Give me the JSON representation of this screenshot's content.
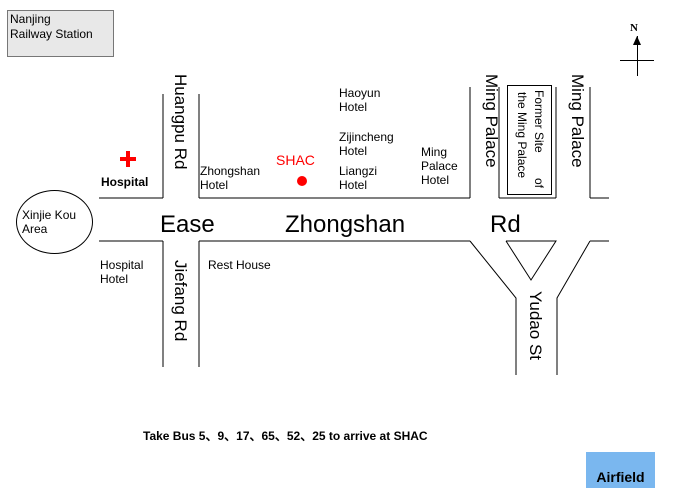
{
  "station": {
    "line1": "Nanjing",
    "line2": "Railway Station"
  },
  "compass": {
    "north": "N"
  },
  "landmarks": {
    "hospital": "Hospital",
    "xinjie": {
      "line1": "Xinjie Kou",
      "line2": "Area"
    },
    "shac": "SHAC",
    "rest_house": "Rest House",
    "airfield": "Airfield",
    "former_site": {
      "line1": "Former Site",
      "line2": "of",
      "line3": "the Ming Palace"
    }
  },
  "hotels": {
    "zhongshan": {
      "line1": "Zhongshan",
      "line2": "Hotel"
    },
    "haoyun": {
      "line1": "Haoyun",
      "line2": "Hotel"
    },
    "zijincheng": {
      "line1": "Zijincheng",
      "line2": "Hotel"
    },
    "liangzi": {
      "line1": "Liangzi",
      "line2": "Hotel"
    },
    "ming_palace": {
      "line1": "Ming",
      "line2": "Palace",
      "line3": "Hotel"
    },
    "hospital_hotel": {
      "line1": "Hospital",
      "line2": "Hotel"
    }
  },
  "roads": {
    "ease": "Ease",
    "zhongshan": "Zhongshan",
    "rd": "Rd",
    "huangpu": "Huangpu Rd",
    "jiefang": "Jiefang Rd",
    "ming_palace_left": "Ming Palace",
    "ming_palace_right": "Ming Palace",
    "yudao": "Yudao St"
  },
  "caption": "Take Bus 5、9、17、65、52、25 to arrive at SHAC",
  "colors": {
    "marker": "#ff0000",
    "airfield": "#7ab7ef",
    "station_box": "#e8e8e8"
  }
}
